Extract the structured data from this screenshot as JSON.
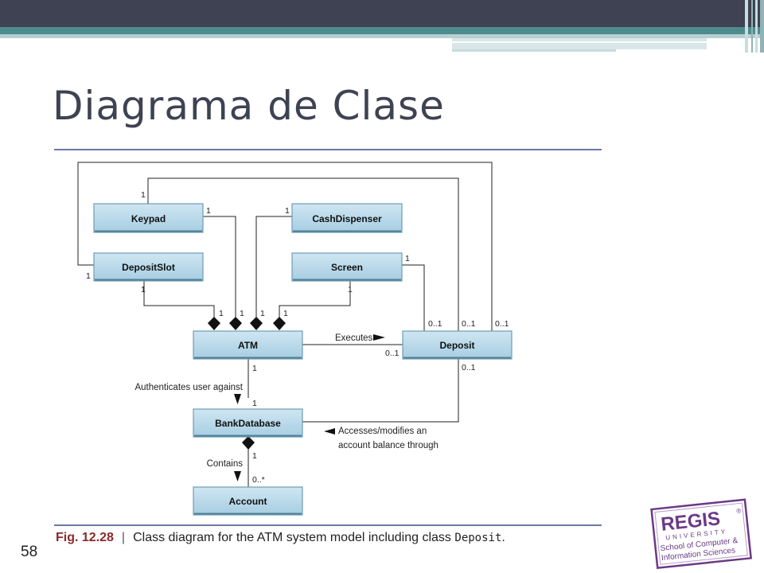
{
  "slide": {
    "title": "Diagrama de Clase",
    "page_number": "58"
  },
  "caption": {
    "figure_label": "Fig. 12.28",
    "separator": "|",
    "text": "Class diagram for the ATM system model including class",
    "code": "Deposit",
    "end": "."
  },
  "logo": {
    "name": "REGIS",
    "line2": "UNIVERSITY",
    "line3": "School of Computer &",
    "line4": "Information Sciences",
    "mark": "®"
  },
  "diagram": {
    "classes": {
      "keypad": "Keypad",
      "cash_dispenser": "CashDispenser",
      "deposit_slot": "DepositSlot",
      "screen": "Screen",
      "atm": "ATM",
      "deposit": "Deposit",
      "bank_database": "BankDatabase",
      "account": "Account"
    },
    "labels": {
      "executes": "Executes",
      "authenticates": "Authenticates user against",
      "accesses_1": "Accesses/modifies an",
      "accesses_2": "account balance through",
      "contains": "Contains"
    },
    "multiplicities": {
      "one": "1",
      "zero_one": "0..1",
      "zero_many": "0..*"
    }
  },
  "colors": {
    "header_dark": "#3f4252",
    "header_teal": "#4e8b8f",
    "class_fill": "#aed3e6",
    "class_border": "#6f9cb3",
    "title_text": "#3f4252",
    "rule": "#3b4a8a",
    "fig_label": "#8b2a2a"
  }
}
